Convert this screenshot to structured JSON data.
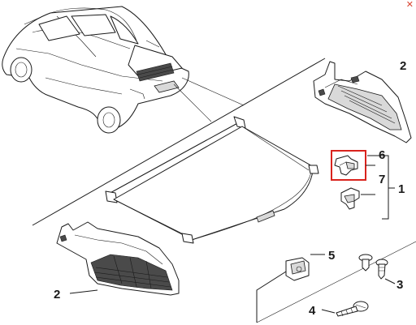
{
  "callouts": {
    "one": "1",
    "two_top": "2",
    "two_bottom": "2",
    "three": "3",
    "four": "4",
    "five": "5",
    "six": "6",
    "seven": "7"
  },
  "highlight": {
    "color": "#d9231d",
    "target": "6"
  },
  "corner_icon": "close-icon"
}
